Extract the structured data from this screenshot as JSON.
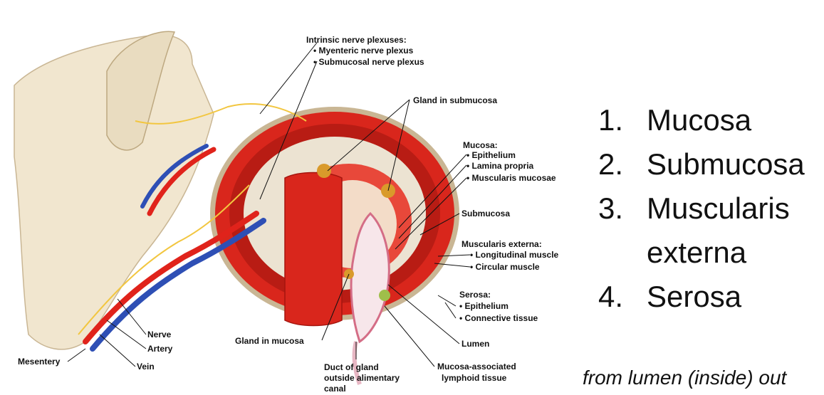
{
  "diagram": {
    "labels": {
      "intrinsic_heading": "Intrinsic nerve plexuses:",
      "myenteric": "• Myenteric nerve plexus",
      "submucosal_plexus": "• Submucosal nerve plexus",
      "gland_submucosa": "Gland in submucosa",
      "mucosa_heading": "Mucosa:",
      "epithelium_1": "• Epithelium",
      "lamina_propria": "• Lamina propria",
      "muscularis_mucosae": "• Muscularis mucosae",
      "submucosa": "Submucosa",
      "muscularis_externa_heading": "Muscularis externa:",
      "longitudinal": "• Longitudinal muscle",
      "circular": "• Circular muscle",
      "serosa_heading": "Serosa:",
      "epithelium_2": "• Epithelium",
      "connective": "• Connective tissue",
      "lumen": "Lumen",
      "malt_1": "Mucosa-associated",
      "malt_2": "lymphoid tissue",
      "duct_1": "Duct of gland",
      "duct_2": "outside alimentary",
      "duct_3": "canal",
      "gland_mucosa": "Gland in mucosa",
      "nerve": "Nerve",
      "artery": "Artery",
      "vein": "Vein",
      "mesentery": "Mesentery"
    }
  },
  "layers": [
    {
      "num": "1.",
      "text": "Mucosa"
    },
    {
      "num": "2.",
      "text": "Submucosa"
    },
    {
      "num": "3.",
      "text": "Muscularis externa"
    },
    {
      "num": "4.",
      "text": "Serosa"
    }
  ],
  "caption": "from lumen (inside) out",
  "colors": {
    "muscle": "#d9261c",
    "muscle_dark": "#a5150e",
    "submucosa": "#ece3d2",
    "mesentery": "#f1e6cf",
    "nerve": "#f2c640",
    "artery": "#e0231b",
    "vein": "#2e4fb5",
    "gland": "#d99a2b"
  }
}
